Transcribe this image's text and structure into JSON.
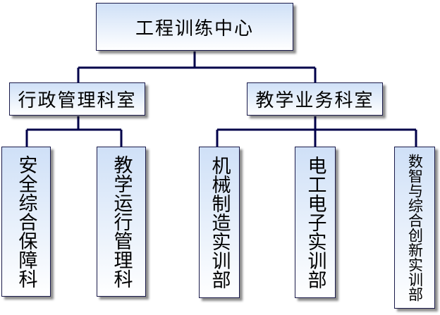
{
  "root": {
    "label": "工程训练中心"
  },
  "departments": [
    {
      "label": "行政管理科室",
      "units": [
        {
          "label": "安全综合保障科"
        },
        {
          "label": "教学运行管理科"
        }
      ]
    },
    {
      "label": "教学业务科室",
      "units": [
        {
          "label": "机械制造实训部"
        },
        {
          "label": "电工电子实训部"
        },
        {
          "label": "数智与综合创新实训部"
        }
      ]
    }
  ],
  "colors": {
    "line": "#00004a",
    "box_top": "#cfe0f7",
    "box_bottom": "#ffffff",
    "border": "#1a1a4a"
  }
}
